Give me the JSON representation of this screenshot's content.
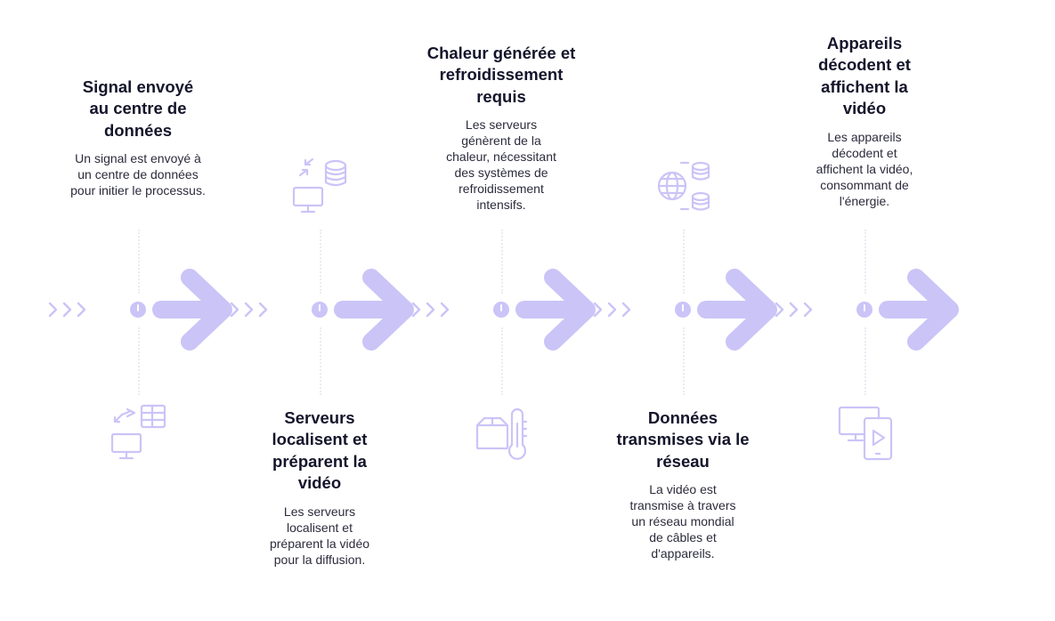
{
  "colors": {
    "accent": "#cbc4f7",
    "accent_dark": "#aaa0ee",
    "title": "#14142b",
    "text": "#2b2b3c",
    "dotted_line": "#ebeaf3"
  },
  "steps": [
    {
      "title": "Signal envoyé au centre de données",
      "description": "Un signal est envoyé à un centre de données pour initier le processus.",
      "position": "top",
      "icon": "monitor-spreadsheet-transfer-icon"
    },
    {
      "title": "Serveurs localisent et préparent la vidéo",
      "description": "Les serveurs localisent et préparent la vidéo pour la diffusion.",
      "position": "bottom",
      "icon": "monitor-database-transfer-icon"
    },
    {
      "title": "Chaleur générée et refroidissement requis",
      "description": "Les serveurs génèrent de la chaleur, nécessitant des systèmes de refroidissement intensifs.",
      "position": "top",
      "icon": "box-thermometer-icon"
    },
    {
      "title": "Données transmises via le réseau",
      "description": "La vidéo est transmise à travers un réseau mondial de câbles et d'appareils.",
      "position": "bottom",
      "icon": "globe-database-network-icon"
    },
    {
      "title": "Appareils décodent et affichent la vidéo",
      "description": "Les appareils décodent et affichent la vidéo, consommant de l'énergie.",
      "position": "top",
      "icon": "monitor-phone-play-icon"
    }
  ]
}
